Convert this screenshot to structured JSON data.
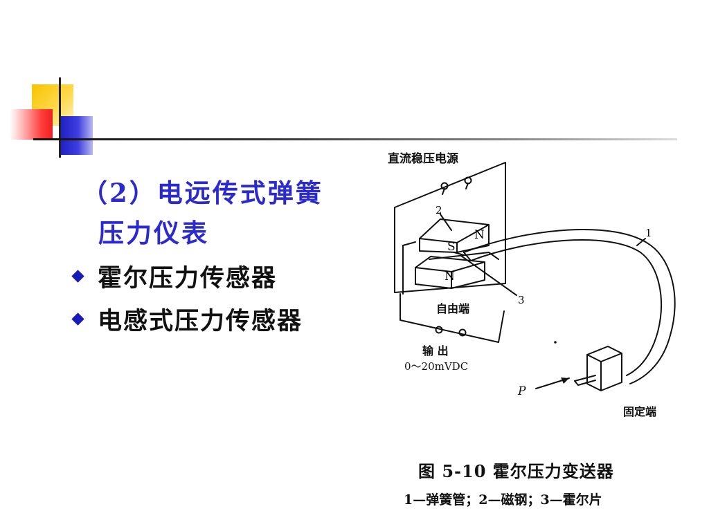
{
  "slide": {
    "title_line1": "（2）电远传式弹簧",
    "title_line2": "压力仪表",
    "bullets": [
      "霍尔压力传感器",
      "电感式压力传感器"
    ]
  },
  "diagram": {
    "labels": {
      "power": "直流稳压电源",
      "free_end": "自由端",
      "output": "输  出",
      "output_range": "0～20mVDC",
      "fixed_end": "固定端",
      "pressure": "P",
      "num1": "1",
      "num2": "2",
      "num3": "3",
      "pole_n_top": "N",
      "pole_s": "S",
      "pole_n_bottom": "N"
    },
    "caption": "图 5-10    霍尔压力变送器",
    "legend": "1—弹簧管；2—磁钢；3—霍尔片"
  },
  "colors": {
    "title": "#2a2ad0",
    "bullet_marker": "#1a1ab8",
    "yellow": "#f6c400",
    "red": "#ff3a3a",
    "blue": "#1f1fc0"
  }
}
